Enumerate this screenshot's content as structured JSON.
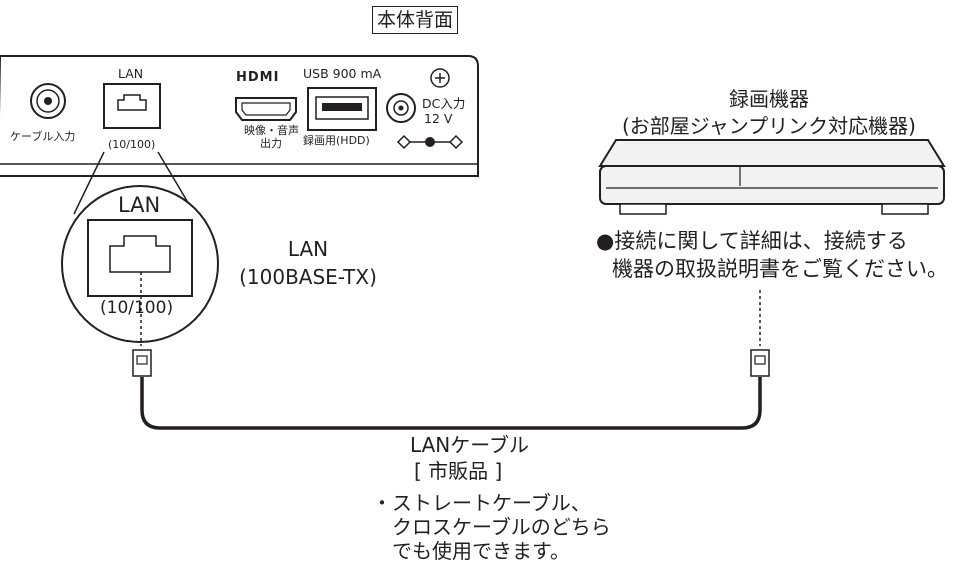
{
  "panel": {
    "title": "本体背面",
    "cable_input": "ケーブル入力",
    "lan": "LAN",
    "lan_speed": "(10/100)",
    "hdmi_logo": "HDMI",
    "hdmi_lines": [
      "映像・音声",
      "出力"
    ],
    "usb_header": "USB 900 mA",
    "usb_label": "録画用(HDD)",
    "dc_lines": [
      "DC入力",
      "12 V"
    ]
  },
  "zoom": {
    "lan": "LAN",
    "speed": "(10/100)"
  },
  "lan_spec": [
    "LAN",
    "(100BASE-TX)"
  ],
  "device": {
    "title_lines": [
      "録画機器",
      "(お部屋ジャンプリンク対応機器)"
    ],
    "note_lines": [
      "●接続に関して詳細は、接続する",
      "機器の取扱説明書をご覧ください。"
    ]
  },
  "cable": {
    "label_lines": [
      "LANケーブル",
      "[ 市販品 ]"
    ],
    "note_lines": [
      "・ストレートケーブル、",
      "クロスケーブルのどちら",
      "でも使用できます。"
    ]
  },
  "colors": {
    "line": "#231f20",
    "panel_fill": "#ffffff",
    "device_fill": "#f2f2f2"
  }
}
